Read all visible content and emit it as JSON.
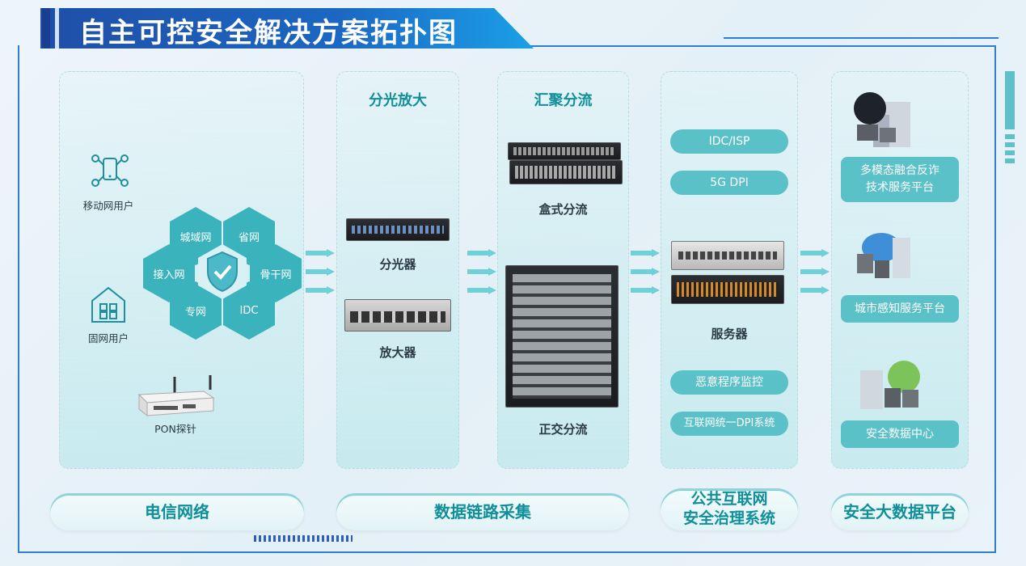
{
  "title": "自主可控安全解决方案拓扑图",
  "telecom": {
    "mobile_user": "移动网用户",
    "fixed_user": "固网用户",
    "pon": "PON探针",
    "hexes": [
      "城域网",
      "省网",
      "接入网",
      "骨干网",
      "专网",
      "IDC"
    ],
    "category": "电信网络"
  },
  "split": {
    "heading": "分光放大",
    "splitter": "分光器",
    "amplifier": "放大器"
  },
  "aggregate": {
    "heading": "汇聚分流",
    "box": "盒式分流",
    "chassis": "正交分流"
  },
  "collection_category": "数据链路采集",
  "governance": {
    "pills_top": [
      "IDC/ISP",
      "5G DPI"
    ],
    "server": "服务器",
    "pills_bottom": [
      "恶意程序监控",
      "互联网统一DPI系统"
    ],
    "category_line1": "公共互联网",
    "category_line2": "安全治理系统"
  },
  "platform": {
    "items": [
      "多模态融合反诈\n技术服务平台",
      "城市感知服务平台",
      "安全数据中心"
    ],
    "category": "安全大数据平台"
  },
  "colors": {
    "accent": "#3bb3bd",
    "title_blue": "#1b67c2",
    "category_text": "#0f8f9a"
  }
}
